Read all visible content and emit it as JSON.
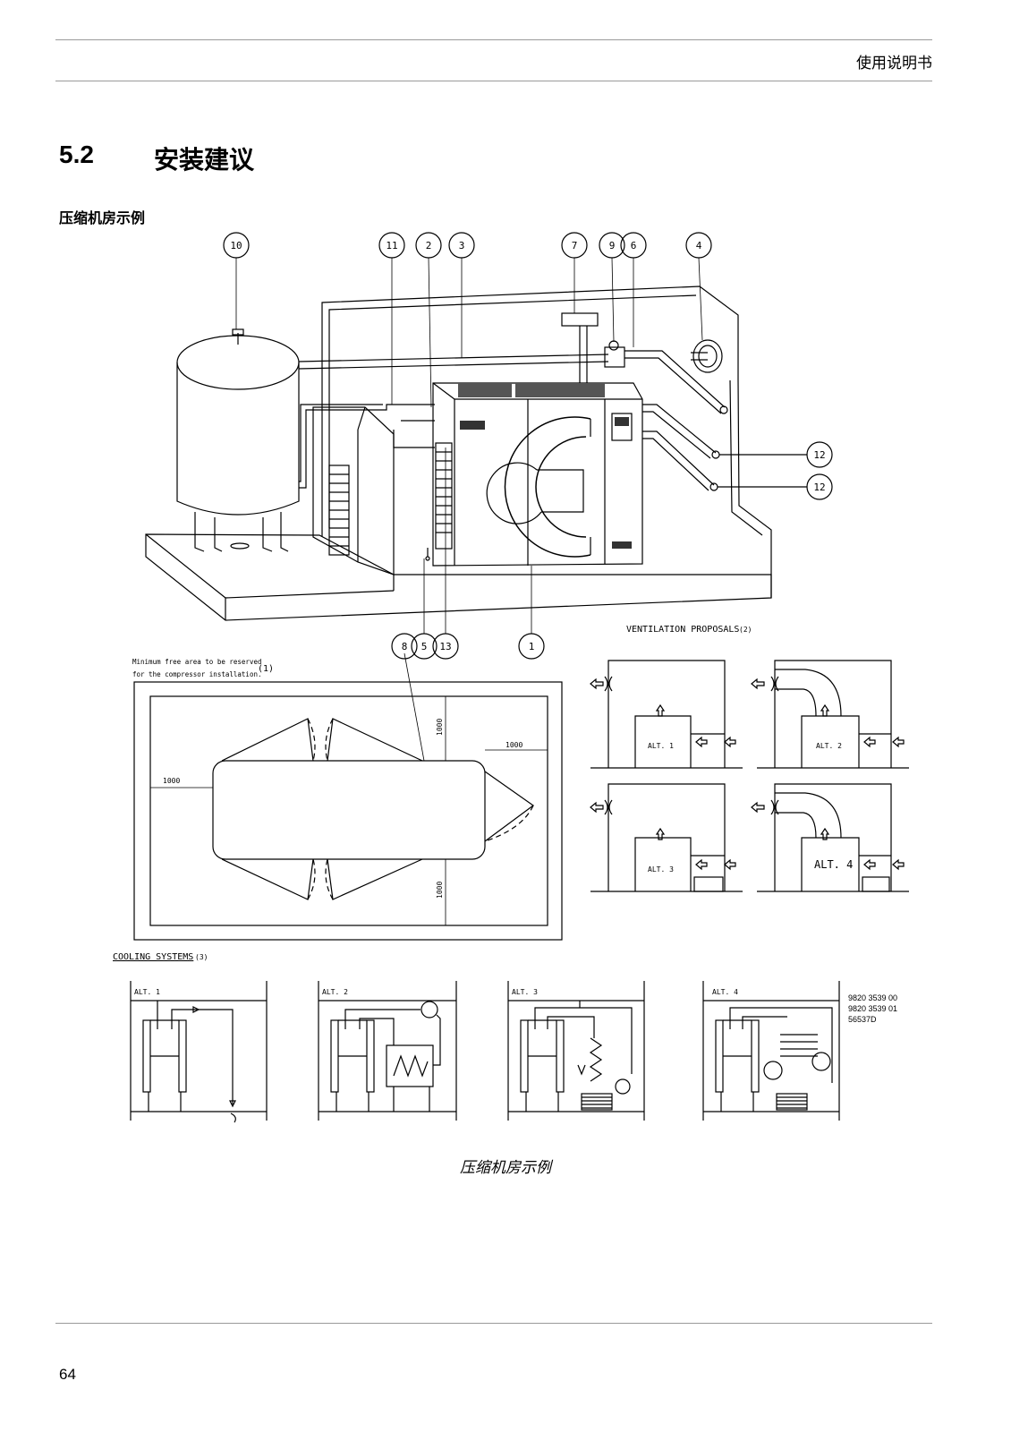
{
  "header": {
    "title": "使用说明书"
  },
  "section": {
    "number": "5.2",
    "title": "安装建议"
  },
  "subheading": "压缩机房示例",
  "figure": {
    "callouts": [
      "10",
      "11",
      "2",
      "3",
      "7",
      "9",
      "6",
      "4",
      "12",
      "12",
      "8",
      "5",
      "13",
      "1"
    ],
    "ventilation_label": "VENTILATION PROPOSALS",
    "ventilation_ref": "(2)",
    "vent_alts": [
      "ALT. 1",
      "ALT. 2",
      "ALT. 3",
      "ALT. 4"
    ],
    "free_area_line1": "Minimum free area to be reserved",
    "free_area_line2": "for the compressor installation.",
    "free_area_ref": "(1)",
    "dimension": "1000",
    "cooling_label": "COOLING SYSTEMS",
    "cooling_ref": "(3)",
    "cool_alts": [
      "ALT. 1",
      "ALT. 2",
      "ALT. 3",
      "ALT. 4"
    ],
    "codes": [
      "9820 3539 00",
      "9820 3539 01",
      "56537D"
    ]
  },
  "caption": "压缩机房示例",
  "footer": {
    "page_number": "64"
  }
}
